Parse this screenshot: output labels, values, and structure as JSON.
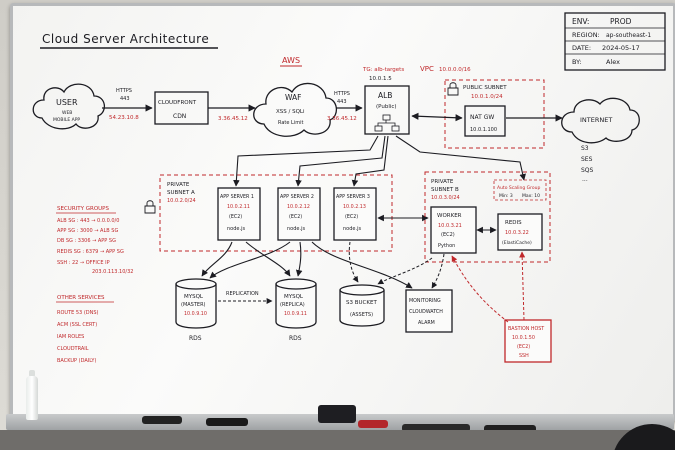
{
  "title": "Cloud Server Architecture",
  "env": {
    "rows": [
      {
        "key": "ENV:",
        "value": "PROD"
      },
      {
        "key": "REGION:",
        "value": "ap-southeast-1"
      },
      {
        "key": "DATE:",
        "value": "2024-05-17"
      },
      {
        "key": "BY:",
        "value": "Alex"
      }
    ]
  },
  "user": {
    "label": "USER",
    "sub1": "WEB",
    "sub2": "MOBILE APP"
  },
  "edge1": {
    "proto": "HTTPS",
    "port": "443",
    "ip": "54.23.10.8"
  },
  "cloudfront": {
    "title": "CLOUDFRONT",
    "sub": "CDN"
  },
  "edge2": {
    "ip": "3.36.45.12"
  },
  "aws_label": "AWS",
  "waf": {
    "title": "WAF",
    "sub1": "XSS / SQLi",
    "sub2": "Rate Limit"
  },
  "edge3": {
    "proto": "HTTPS",
    "port": "443",
    "ip": "3.36.45.12"
  },
  "tg": {
    "label": "TG: alb-targets",
    "ip": "10.0.1.5"
  },
  "alb": {
    "title": "ALB",
    "sub": "(Public)"
  },
  "vpc": {
    "label": "VPC",
    "cidr": "10.0.0.0/16"
  },
  "public_subnet": {
    "label": "PUBLIC SUBNET",
    "cidr": "10.0.1.0/24"
  },
  "natgw": {
    "title": "NAT GW",
    "ip": "10.0.1.100"
  },
  "internet": {
    "title": "INTERNET",
    "items": [
      "S3",
      "SES",
      "SQS",
      "..."
    ]
  },
  "subnet_a": {
    "line1": "PRIVATE",
    "line2": "SUBNET A",
    "cidr": "10.0.2.0/24"
  },
  "app_servers": [
    {
      "title": "APP SERVER 1",
      "ip": "10.0.2.11",
      "type": "(EC2)",
      "runtime": "node.js"
    },
    {
      "title": "APP SERVER 2",
      "ip": "10.0.2.12",
      "type": "(EC2)",
      "runtime": "node.js"
    },
    {
      "title": "APP SERVER 3",
      "ip": "10.0.2.13",
      "type": "(EC2)",
      "runtime": "node.js"
    }
  ],
  "subnet_b": {
    "line1": "PRIVATE",
    "line2": "SUBNET B",
    "cidr": "10.0.3.0/24"
  },
  "asg": {
    "label": "Auto Scaling Group",
    "min": "Min: 3",
    "max": "Max: 10"
  },
  "worker": {
    "title": "WORKER",
    "ip": "10.0.3.21",
    "type": "(EC2)",
    "runtime": "Python"
  },
  "redis": {
    "title": "REDIS",
    "ip": "10.0.3.22",
    "sub": "(ElastiCache)"
  },
  "mysql_master": {
    "title": "MYSQL",
    "role": "(MASTER)",
    "ip": "10.0.9.10",
    "footer": "RDS"
  },
  "replication_label": "REPLICATION",
  "mysql_replica": {
    "title": "MYSQL",
    "role": "(REPLICA)",
    "ip": "10.0.9.11",
    "footer": "RDS"
  },
  "s3": {
    "title": "S3 BUCKET",
    "sub": "(ASSETS)"
  },
  "monitoring": {
    "title": "MONITORING",
    "sub1": "CLOUDWATCH",
    "sub2": "ALARM"
  },
  "bastion": {
    "title": "BASTION HOST",
    "ip": "10.0.1.50",
    "type": "(EC2)",
    "sub": "SSH"
  },
  "security_groups": {
    "heading": "SECURITY GROUPS",
    "items": [
      "ALB SG : 443 → 0.0.0.0/0",
      "APP SG : 3000 → ALB SG",
      "DB SG : 3306 → APP SG",
      "REDIS SG : 6379 → APP SG",
      "SSH : 22 → OFFICE IP"
    ],
    "extra": "203.0.113.10/32"
  },
  "other_services": {
    "heading": "OTHER SERVICES",
    "items": [
      "ROUTE 53 (DNS)",
      "ACM (SSL CERT)",
      "IAM ROLES",
      "CLOUDTRAIL",
      "BACKUP (DAILY)"
    ]
  },
  "colors": {
    "ink": "#1c1c22",
    "red": "#c0282b",
    "board": "#f7f7f5"
  }
}
